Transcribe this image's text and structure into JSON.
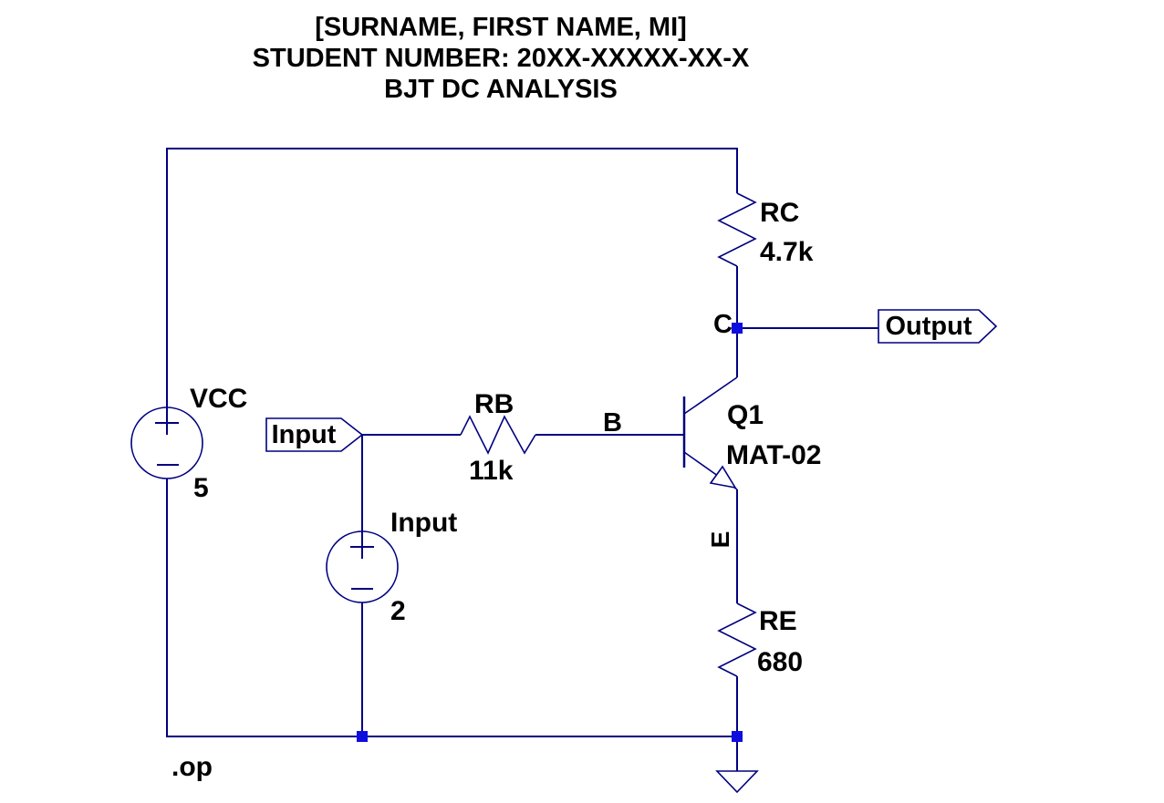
{
  "title_block": {
    "line1": "[SURNAME, FIRST NAME, MI]",
    "line2": "STUDENT NUMBER: 20XX-XXXXX-XX-X",
    "line3": "BJT DC ANALYSIS"
  },
  "components": {
    "vcc_source": {
      "designator": "VCC",
      "value": "5"
    },
    "input_source": {
      "designator": "Input",
      "value": "2"
    },
    "rb": {
      "designator": "RB",
      "value": "11k"
    },
    "rc": {
      "designator": "RC",
      "value": "4.7k"
    },
    "re": {
      "designator": "RE",
      "value": "680"
    },
    "q1": {
      "designator": "Q1",
      "model": "MAT-02"
    }
  },
  "pins": {
    "base": "B",
    "collector": "C",
    "emitter": "E"
  },
  "flags": {
    "input": "Input",
    "output": "Output"
  },
  "directive": ".op",
  "colors": {
    "wire": "#000080",
    "junction": "#0d0de0",
    "text": "#000000",
    "background": "#ffffff"
  }
}
